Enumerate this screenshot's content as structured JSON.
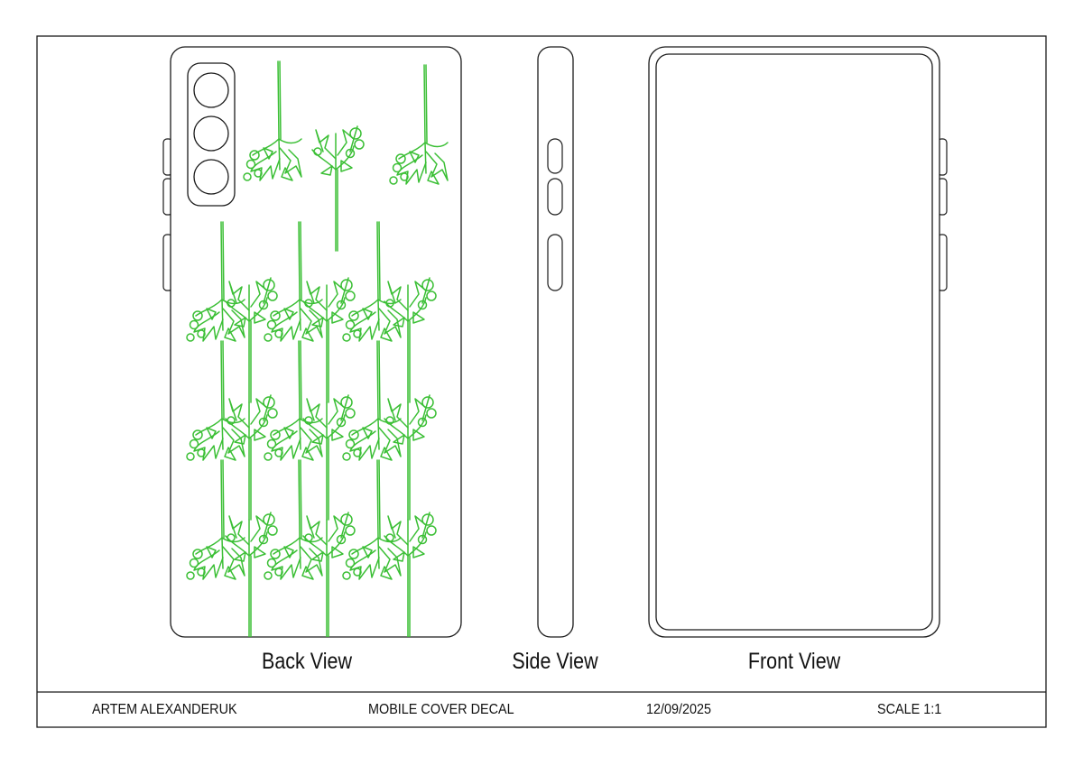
{
  "views": {
    "back_label": "Back  View",
    "side_label": "Side View",
    "front_label": "Front View"
  },
  "title_block": {
    "author": "ARTEM ALEXANDERUK",
    "title": "MOBILE COVER DECAL",
    "date": "12/09/2025",
    "scale": "SCALE 1:1"
  },
  "colors": {
    "outline": "#1a1a1a",
    "decal": "#3bbf35"
  },
  "decal": {
    "motif": "branch-with-berries",
    "grid_rows": 3,
    "grid_cols": 3,
    "top_row_count": 3
  }
}
